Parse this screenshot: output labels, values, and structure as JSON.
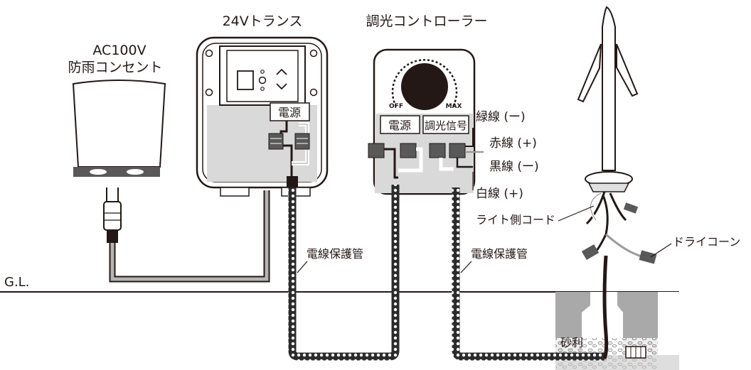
{
  "labels": {
    "outlet_line1": "AC100V",
    "outlet_line2": "防雨コンセント",
    "transformer": "24Vトランス",
    "controller": "調光コントローラー",
    "transformer_power": "電源",
    "controller_power": "電源",
    "controller_signal": "調光信号",
    "knob_off": "OFF",
    "knob_max": "MAX",
    "green_wire": "緑線 (ー)",
    "red_wire": "赤線 (+)",
    "black_wire": "黒線 (ー)",
    "white_wire": "白線 (+)",
    "conduit_left": "電線保護管",
    "conduit_right": "電線保護管",
    "light_cord": "ライト側コード",
    "drycone": "ドライコーン",
    "ground_level": "G.L.",
    "gravel": "砂利"
  },
  "colors": {
    "line": "#231815",
    "panel_gray": "#d9d9d9",
    "dark_gray": "#8c8c8c",
    "conduit": "#3a3a3a",
    "accent_red": "#9a9a9a"
  }
}
